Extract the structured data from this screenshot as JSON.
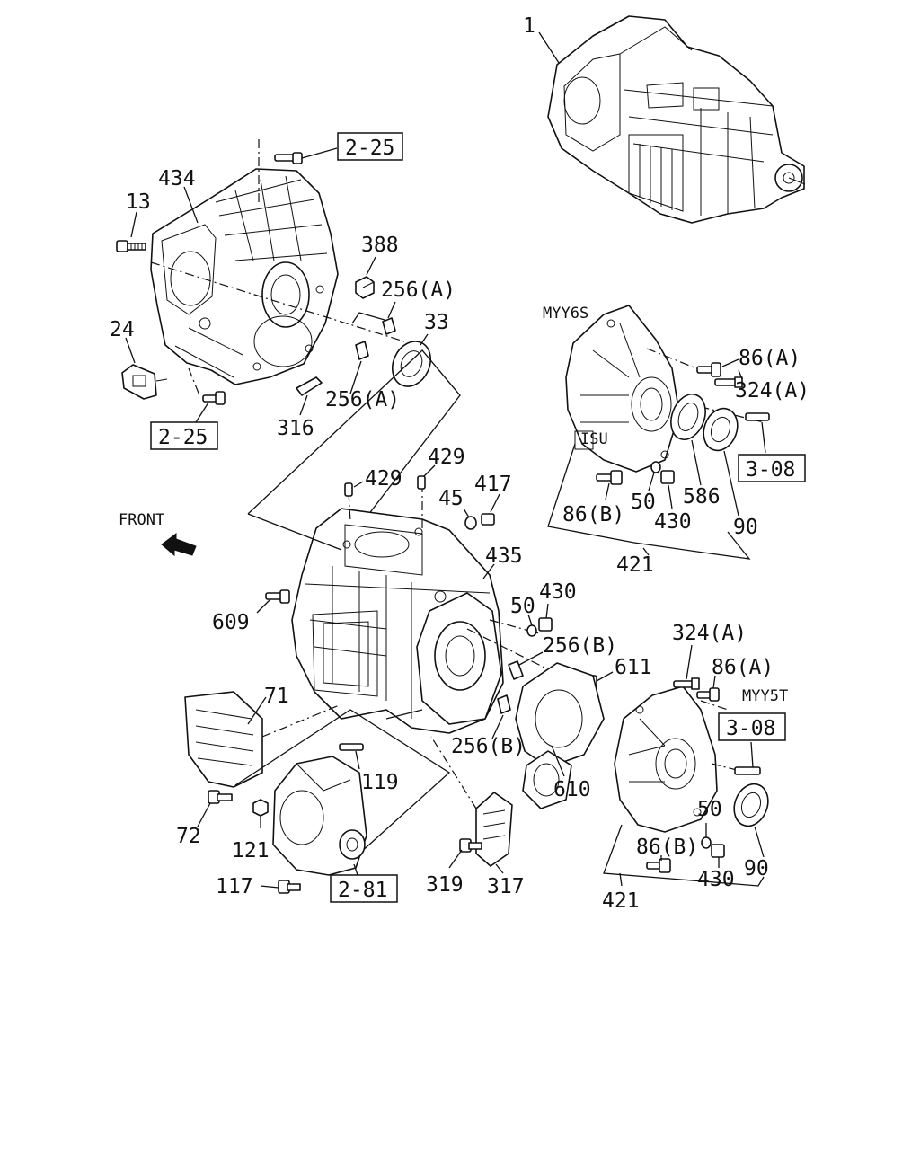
{
  "labels": {
    "p1": "1",
    "p434": "434",
    "p13": "13",
    "p388": "388",
    "p256a_1": "256(A)",
    "p33": "33",
    "p24": "24",
    "p256a_2": "256(A)",
    "p316": "316",
    "myy6s": "MYY6S",
    "p86a_1": "86(A)",
    "p324a_1": "324(A)",
    "p86b_1": "86(B)",
    "p50_1": "50",
    "p586": "586",
    "p430_1": "430",
    "p90_1": "90",
    "p421_1": "421",
    "p429_1": "429",
    "p429_2": "429",
    "p45": "45",
    "p417": "417",
    "front": "FRONT",
    "p435": "435",
    "p609": "609",
    "p50_2": "50",
    "p430_2": "430",
    "p256b_1": "256(B)",
    "p611": "611",
    "p324a_2": "324(A)",
    "p86a_2": "86(A)",
    "myy5t": "MYY5T",
    "p71": "71",
    "p256b_2": "256(B)",
    "p119": "119",
    "p610": "610",
    "p50_3": "50",
    "p72": "72",
    "p121": "121",
    "p86b_2": "86(B)",
    "p430_3": "430",
    "p90_2": "90",
    "p117": "117",
    "p319": "319",
    "p317": "317",
    "p421_2": "421"
  },
  "refs": {
    "r225_top": "2-25",
    "r225_bot": "2-25",
    "r308_top": "3-08",
    "r308_mid": "3-08",
    "r281": "2-81"
  }
}
